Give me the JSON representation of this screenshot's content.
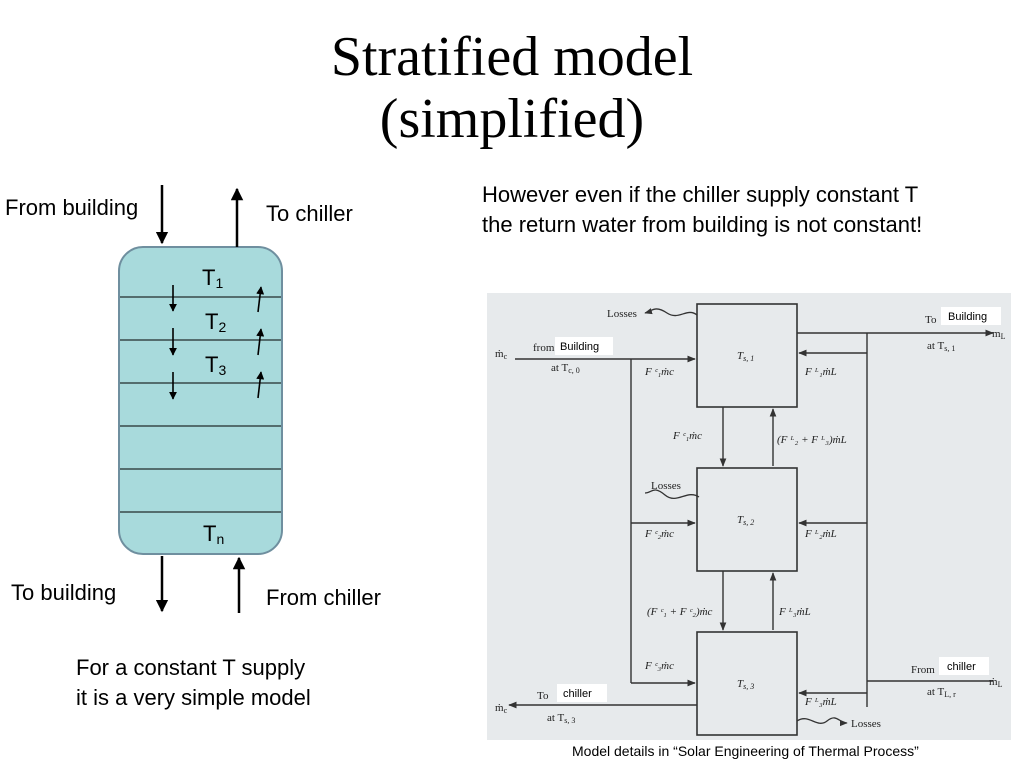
{
  "slide": {
    "title_line1": "Stratified model",
    "title_line2": "(simplified)"
  },
  "tank": {
    "from_building": "From building",
    "to_chiller": "To chiller",
    "to_building": "To building",
    "from_chiller": "From chiller",
    "layers": [
      {
        "base": "T",
        "sub": "1"
      },
      {
        "base": "T",
        "sub": "2"
      },
      {
        "base": "T",
        "sub": "3"
      },
      {
        "base": "T",
        "sub": "n"
      }
    ],
    "fill_color": "#a8dadc",
    "border_color": "#6f8f9f"
  },
  "notes": {
    "top_right_line1": "However even if the chiller supply constant T",
    "top_right_line2": "the return water from building is not constant!",
    "bottom_left_line1": "For a constant T supply",
    "bottom_left_line2": "it is a very simple model"
  },
  "figure": {
    "losses": "Losses",
    "to_top": "To",
    "building_overlay": "Building",
    "mL": "m",
    "mL_sub": "L",
    "at_ts1": "at T",
    "ts1_sub": "s, 1",
    "mc": "ṁ",
    "mc_sub": "c",
    "from_left": "from",
    "at_tc0": "at T",
    "tc0_sub": "c, 0",
    "ts_base": "T",
    "ts1": "s, 1",
    "ts2": "s, 2",
    "ts3": "s, 3",
    "f1c": "F ᶜ₁ṁc",
    "f1L": "F ᴸ₁ṁL",
    "f1c_mid": "F ᶜ₁ṁc",
    "f23L": "(F ᴸ₂ + F ᴸ₃)ṁL",
    "f2c": "F ᶜ₂ṁc",
    "f2L": "F ᴸ₂ṁL",
    "f12c": "(F ᶜ₁ + F ᶜ₂)ṁc",
    "f3L_mid": "F ᴸ₃ṁL",
    "f3c": "F ᶜ₃ṁc",
    "f3L": "F ᴸ₃ṁL",
    "from_right": "From",
    "chiller_overlay_right": "chiller",
    "at_tl": "at T",
    "tl_sub": "L, r",
    "hL": "ṁ",
    "hL_sub": "L",
    "to_bottom": "To",
    "chiller_overlay_left": "chiller",
    "at_ts3": "at T",
    "ts3_sub": "s, 3",
    "mc_bottom": "ṁ",
    "mc_bottom_sub": "c"
  },
  "caption": "Model details in “Solar Engineering of Thermal Process”"
}
